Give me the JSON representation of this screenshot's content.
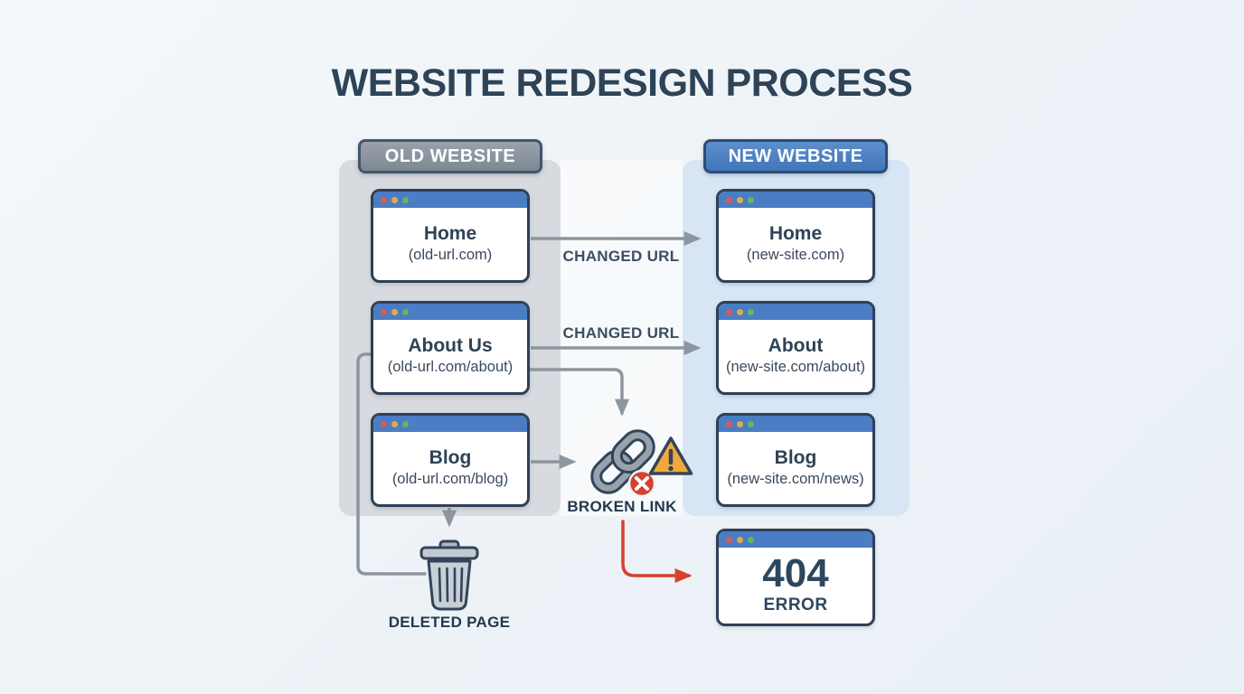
{
  "title": "WEBSITE REDESIGN PROCESS",
  "old_site": {
    "header": "OLD WEBSITE",
    "pages": [
      {
        "name": "Home",
        "url": "(old-url.com)"
      },
      {
        "name": "About Us",
        "url": "(old-url.com/about)"
      },
      {
        "name": "Blog",
        "url": "(old-url.com/blog)"
      }
    ]
  },
  "new_site": {
    "header": "NEW WEBSITE",
    "pages": [
      {
        "name": "Home",
        "url": "(new-site.com)"
      },
      {
        "name": "About",
        "url": "(new-site.com/about)"
      },
      {
        "name": "Blog",
        "url": "(new-site.com/news)"
      }
    ]
  },
  "error_card": {
    "code": "404",
    "label": "ERROR"
  },
  "annotations": {
    "changed_url_top": "CHANGED URL",
    "changed_url_mid": "CHANGED URL",
    "broken_link": "BROKEN LINK",
    "deleted_page": "DELETED PAGE"
  },
  "icons": {
    "window_dots": [
      "close-dot",
      "minimize-dot",
      "maximize-dot"
    ],
    "broken_link": "chain-link-icon",
    "error_badge": "red-x-circle-icon",
    "warning": "warning-triangle-icon",
    "deleted": "trash-can-icon"
  },
  "colors": {
    "background": "#eff3f7",
    "title_text": "#2e4356",
    "old_panel": "#d7dade",
    "new_panel": "#d8e5f5",
    "old_header_fill": "#8a939e",
    "new_header_fill": "#4a7ec4",
    "card_border": "#2e4057",
    "card_titlebar": "#4a7dc3",
    "dot_red": "#d95b50",
    "dot_yellow": "#e3ab41",
    "dot_green": "#5fba5f",
    "arrow_gray": "#8d959e",
    "arrow_red": "#d8402c",
    "warning_amber": "#f2a93c",
    "icon_outline": "#33445a"
  }
}
